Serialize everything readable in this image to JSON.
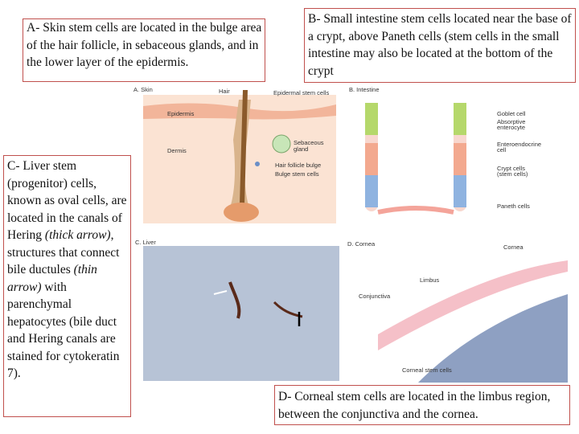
{
  "captions": {
    "a": "A- Skin stem cells are located in the bulge area of the hair follicle, in sebaceous glands, and in the lower layer of the epidermis.",
    "b": "B- Small intestine stem cells located near the base of a crypt, above Paneth cells (stem cells in the small intestine may also be located at the bottom of the crypt",
    "c_parts": [
      "C- Liver stem (progenitor) cells, known as oval cells, are located in the canals of Hering ",
      "(thick arrow)",
      ", structures that connect bile ductules ",
      "(thin arrow)",
      " with parenchymal hepatocytes (bile duct and Hering canals are stained for cytokeratin 7)."
    ],
    "d": "D- Corneal stem cells are located in the limbus region, between the conjunctiva and the cornea."
  },
  "panel_a": {
    "title": "A. Skin",
    "labels": {
      "hair": "Hair",
      "epidermal_stem_cells": "Epidermal stem cells",
      "epidermis": "Epidermis",
      "dermis": "Dermis",
      "sebaceous_gland": "Sebaceous\ngland",
      "hair_follicle_bulge": "Hair follicle bulge",
      "bulge_stem_cells": "Bulge stem cells"
    }
  },
  "panel_b": {
    "title": "B. Intestine",
    "labels": {
      "goblet_cell": "Goblet cell",
      "absorptive_enterocyte": "Absorptive\nenterocyte",
      "enteroendocrine_cell": "Enteroendocrine\ncell",
      "crypt_cells": "Crypt cells\n(stem cells)",
      "paneth_cells": "Paneth cells"
    }
  },
  "panel_c": {
    "title": "C. Liver"
  },
  "panel_d": {
    "title": "D. Cornea",
    "labels": {
      "cornea": "Cornea",
      "limbus": "Limbus",
      "conjunctiva": "Conjunctiva",
      "corneal_stem_cells": "Corneal stem cells"
    }
  },
  "colors": {
    "caption_border": "#c0504d",
    "skin": "#f4c9b0",
    "hair": "#8a5a2b",
    "crypt_green": "#b5d86b",
    "crypt_blue": "#8fb3e0",
    "paneth": "#f4a49a",
    "liver_bg": "#b7c3d6",
    "stain": "#5a2a1a"
  }
}
